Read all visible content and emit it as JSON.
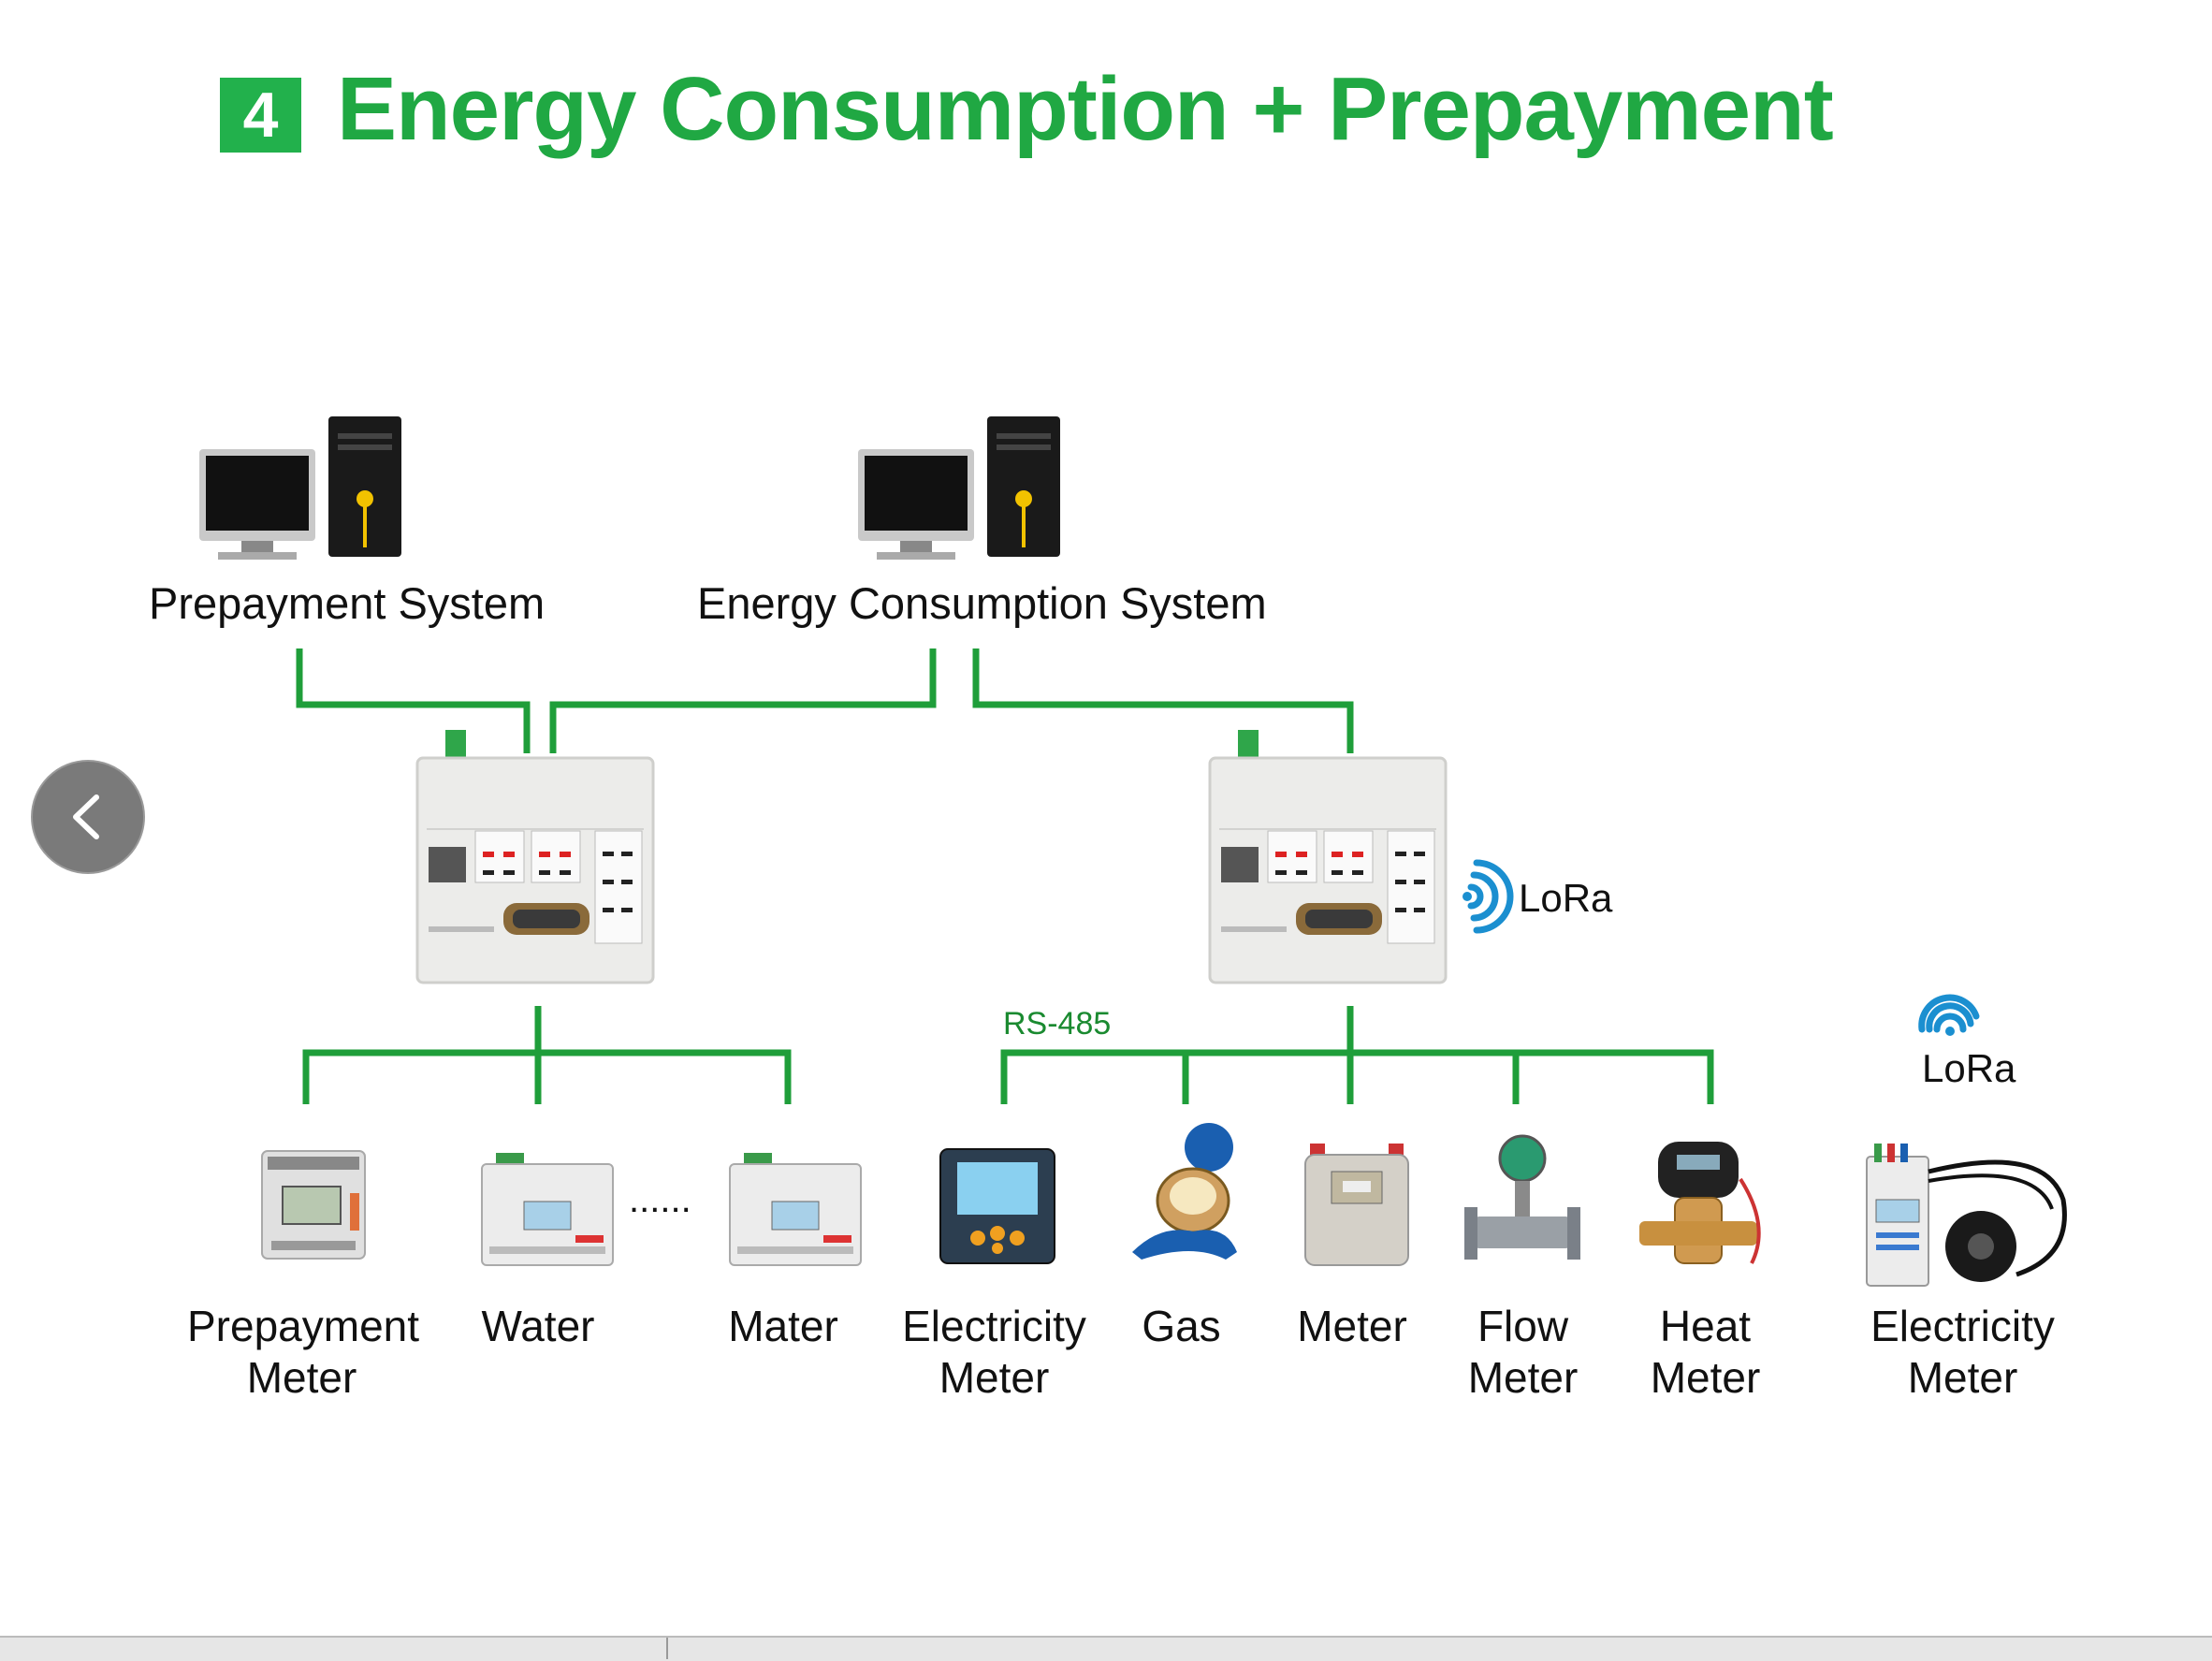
{
  "title": {
    "badge_number": "4",
    "text": "Energy Consumption + Prepayment",
    "color": "#20a843"
  },
  "systems": {
    "prepayment": "Prepayment System",
    "energy": "Energy Consumption System"
  },
  "bus_label": "RS-485",
  "wireless": {
    "gateway_lora": "LoRa",
    "meter_lora": "LoRa"
  },
  "ellipsis": "......",
  "meters": [
    {
      "line1": "Prepayment",
      "line2": "Meter"
    },
    {
      "line1": "Water",
      "line2": ""
    },
    {
      "line1": "Mater",
      "line2": ""
    },
    {
      "line1": "Electricity",
      "line2": "Meter"
    },
    {
      "line1": "Gas",
      "line2": ""
    },
    {
      "line1": "Meter",
      "line2": ""
    },
    {
      "line1": "Flow",
      "line2": "Meter"
    },
    {
      "line1": "Heat",
      "line2": "Meter"
    },
    {
      "line1": "Electricity",
      "line2": "Meter"
    }
  ],
  "icons": {
    "back": "chevron-left-icon",
    "computer": "computer-icon",
    "gateway": "gateway-device-icon",
    "wireless": "wifi-signal-icon"
  },
  "colors": {
    "line": "#1f9e3a",
    "accent": "#22b14c",
    "lora_blue": "#1b8fd0"
  }
}
